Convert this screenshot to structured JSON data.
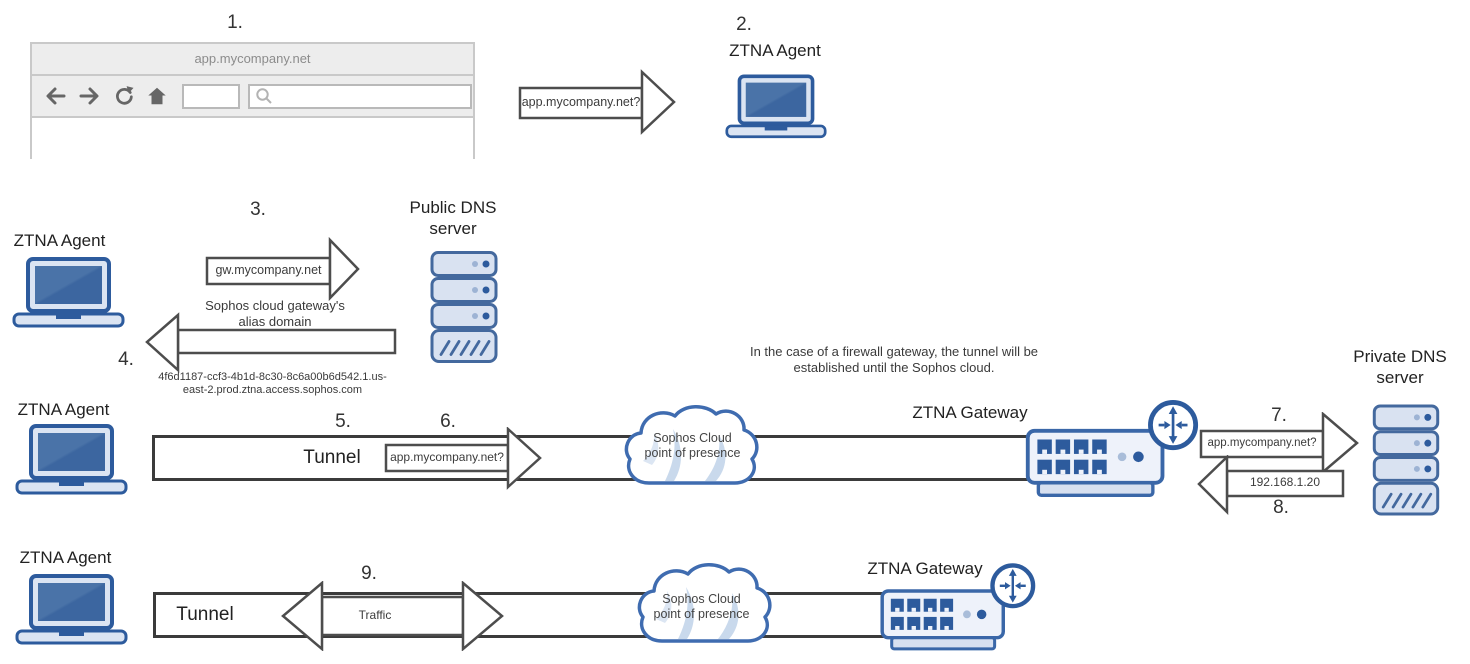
{
  "steps": {
    "n1": "1.",
    "n2": "2.",
    "n3": "3.",
    "n4": "4.",
    "n5": "5.",
    "n6": "6.",
    "n7": "7.",
    "n8": "8.",
    "n9": "9."
  },
  "browser": {
    "title": "app.mycompany.net"
  },
  "nodes": {
    "ztna_agent": "ZTNA Agent",
    "ztna_gateway": "ZTNA Gateway",
    "public_dns": {
      "line1": "Public DNS",
      "line2": "server"
    },
    "private_dns": {
      "line1": "Private DNS",
      "line2": "server"
    },
    "tunnel": "Tunnel",
    "cloud": {
      "line1": "Sophos Cloud",
      "line2": "point of presence"
    }
  },
  "messages": {
    "app_query": "app.mycompany.net?",
    "gw_query": "gw.mycompany.net",
    "alias_caption": {
      "line1": "Sophos cloud gateway's",
      "line2": "alias domain"
    },
    "alias_domain": {
      "line1": "4f6d1187-ccf3-4b1d-8c30-8c6a00b6d542.1.us-",
      "line2": "east-2.prod.ztna.access.sophos.com"
    },
    "dns_answer": "192.168.1.20",
    "traffic": "Traffic"
  },
  "note": {
    "line1": "In the case of a firewall gateway, the tunnel will be",
    "line2": "established until the Sophos cloud."
  },
  "colors": {
    "icon_blue": "#2d5b9d",
    "icon_fill": "#dbe4f2",
    "cloud_border": "#3f6cb0",
    "arrow_stroke": "#4d4d4d",
    "browser_chrome": "#ededed"
  }
}
